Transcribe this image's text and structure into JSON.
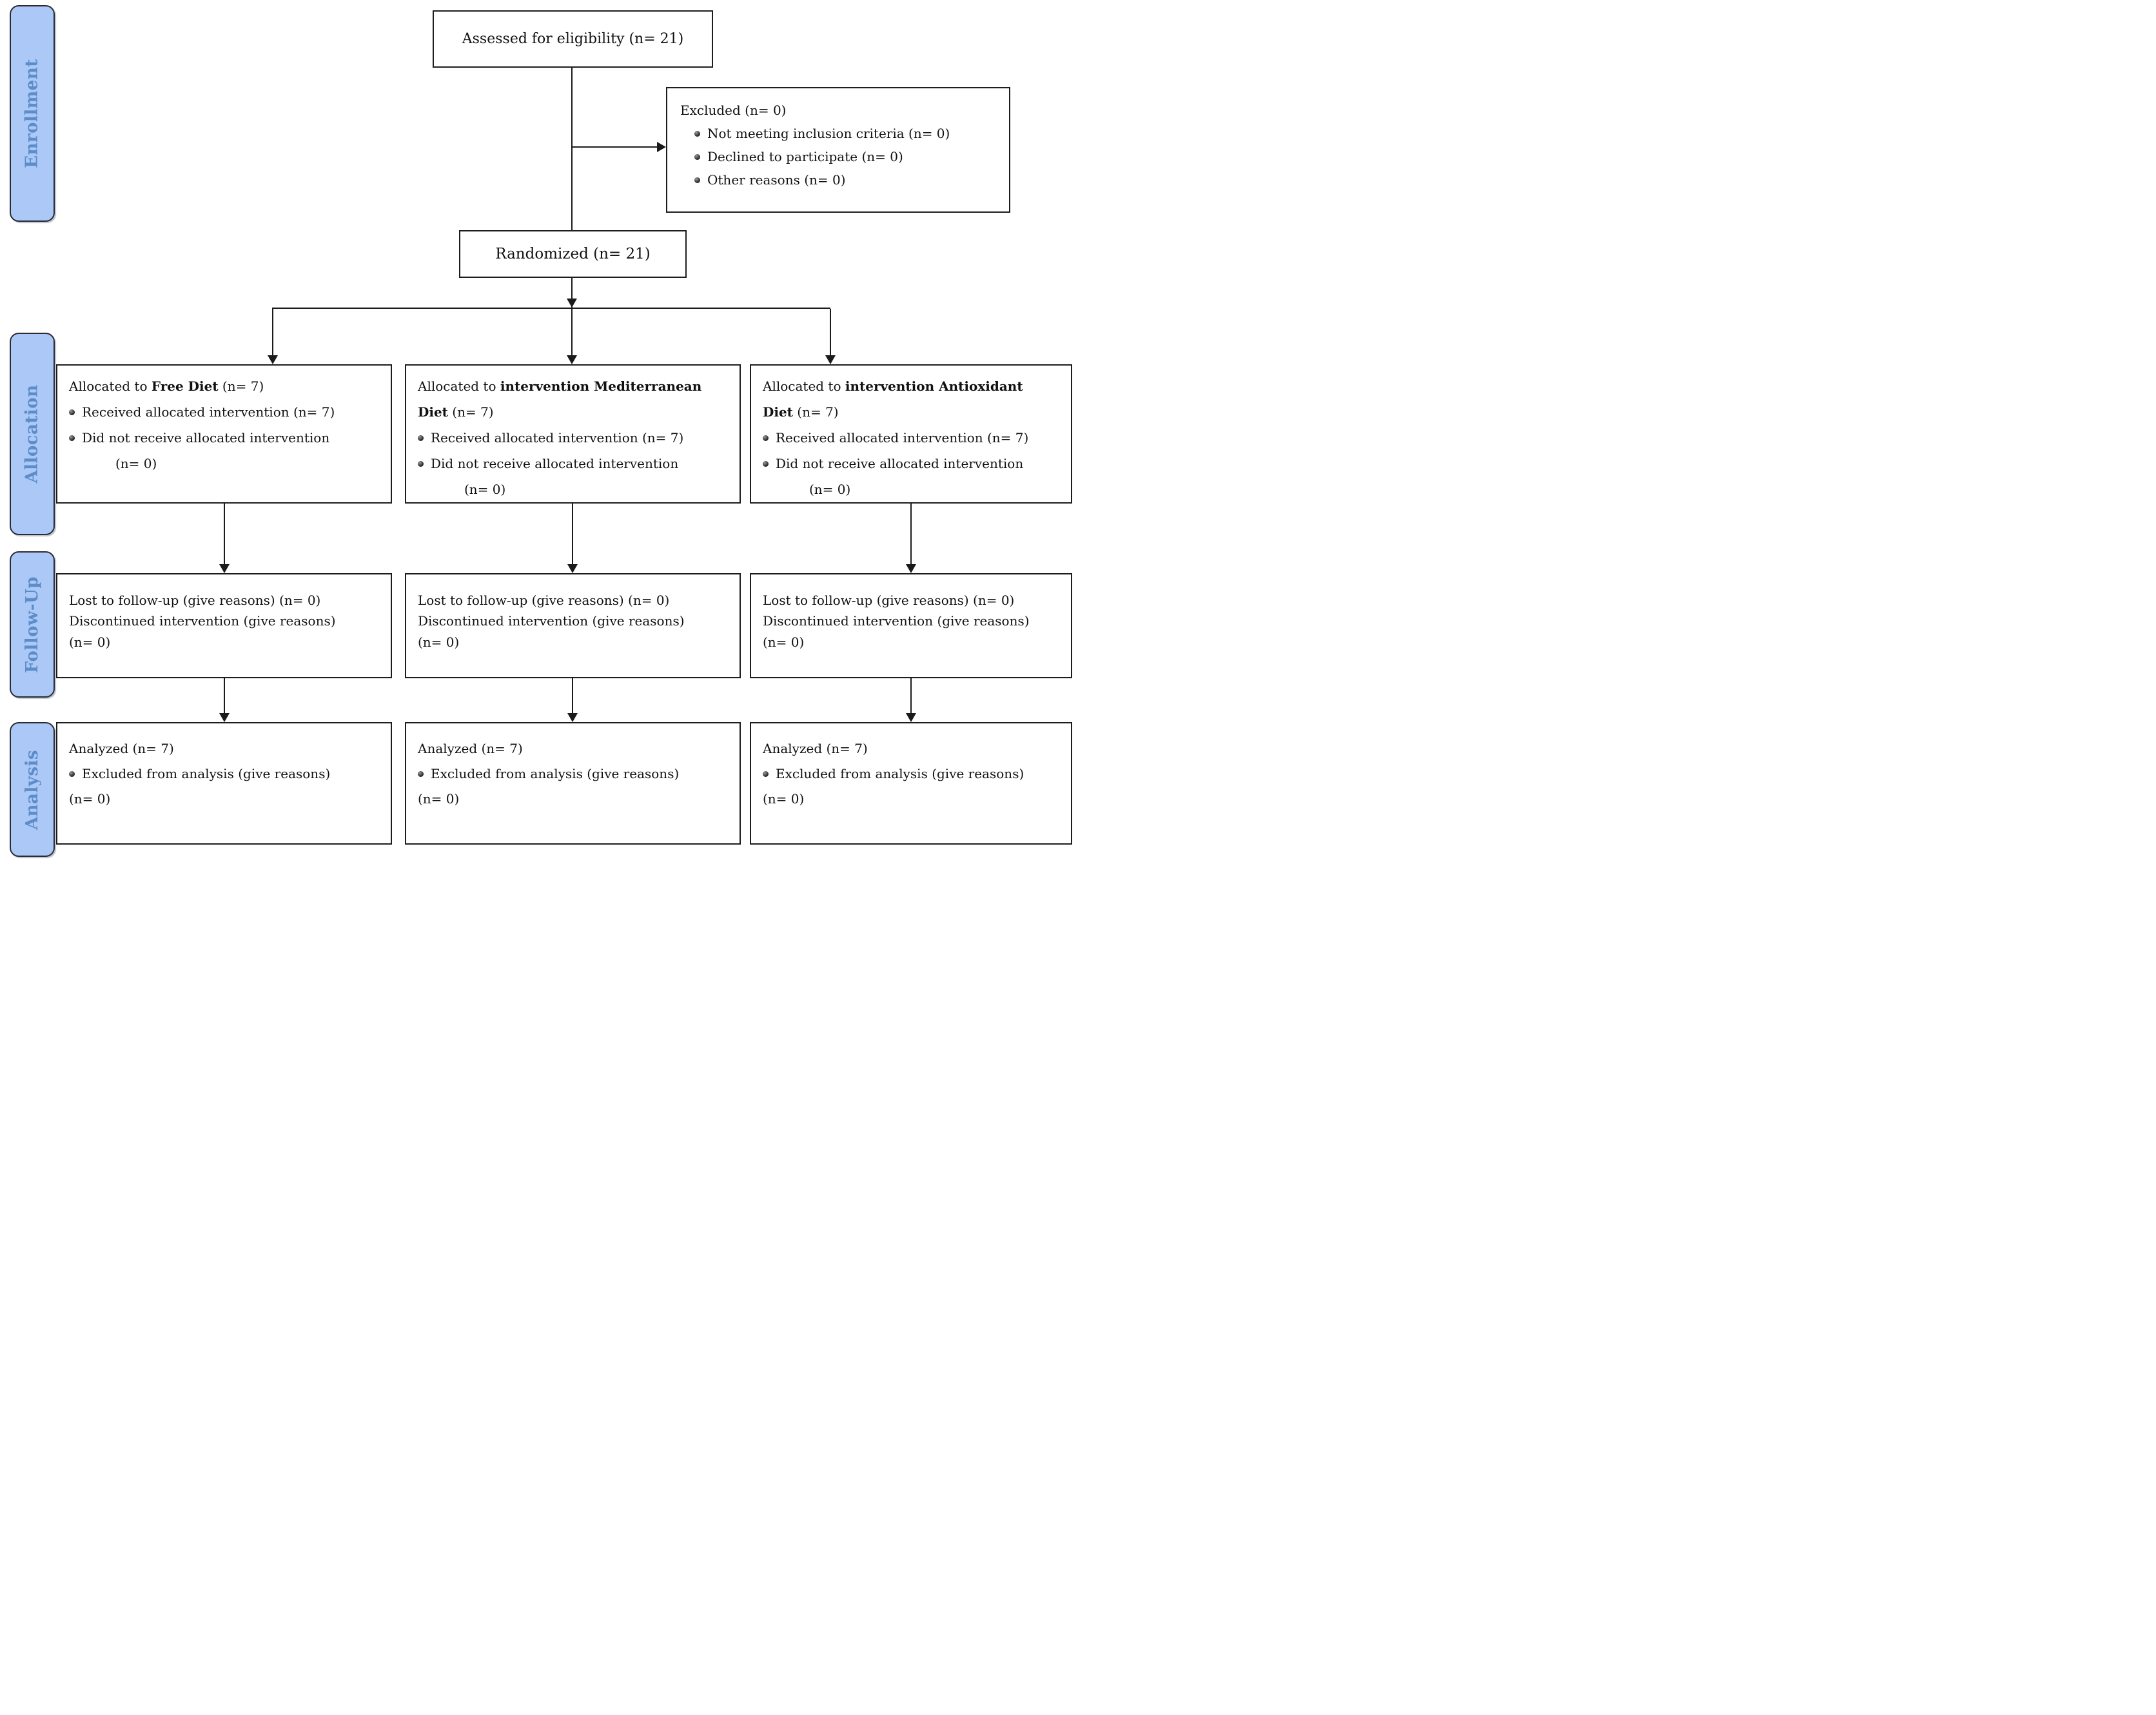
{
  "palette": {
    "label_fill": "#abc8f7",
    "label_text": "#5b8dc8",
    "box_border": "#1c1c1c",
    "line_color": "#1a1a1a",
    "background": "#ffffff"
  },
  "phases": {
    "enrollment": "Enrollment",
    "allocation": "Allocation",
    "followup": "Follow-Up",
    "analysis": "Analysis"
  },
  "boxes": {
    "assessed": {
      "text": "Assessed for eligibility (n= 21)"
    },
    "excluded": {
      "title": "Excluded (n= 0)",
      "items": [
        "Not meeting inclusion criteria (n= 0)",
        "Declined to participate (n= 0)",
        "Other reasons (n= 0)"
      ]
    },
    "randomized": {
      "text": "Randomized (n= 21)"
    },
    "allocation": [
      {
        "l1_pre": "Allocated to ",
        "l1_bold": "Free Diet",
        "l1_suf": " (n= 7)",
        "received": "Received allocated intervention (n= 7)",
        "not_received": "Did not receive allocated intervention",
        "not_received_n": "(n= 0)"
      },
      {
        "l1_pre": "Allocated to ",
        "l1_bold": "intervention Mediterranean",
        "l2_bold": "Diet",
        "l2_suf": " (n= 7)",
        "received": "Received allocated intervention (n= 7)",
        "not_received": "Did not receive allocated intervention",
        "not_received_n": "(n= 0)"
      },
      {
        "l1_pre": "Allocated to ",
        "l1_bold": "intervention Antioxidant",
        "l2_bold": "Diet",
        "l2_suf": " (n= 7)",
        "received": "Received allocated intervention (n= 7)",
        "not_received": "Did not receive allocated intervention",
        "not_received_n": "(n= 0)"
      }
    ],
    "followup": [
      {
        "lost": "Lost to follow-up (give reasons) (n= 0)",
        "discontinued": "Discontinued intervention (give reasons)",
        "discontinued_n": "(n= 0)"
      },
      {
        "lost": "Lost to follow-up (give reasons) (n= 0)",
        "discontinued": "Discontinued intervention (give reasons)",
        "discontinued_n": "(n= 0)"
      },
      {
        "lost": "Lost to follow-up (give reasons) (n= 0)",
        "discontinued": "Discontinued intervention (give reasons)",
        "discontinued_n": "(n= 0)"
      }
    ],
    "analysis": [
      {
        "analyzed": "Analyzed (n= 7)",
        "excluded": "Excluded from analysis (give reasons)",
        "excluded_n": "(n= 0)"
      },
      {
        "analyzed": "Analyzed (n= 7)",
        "excluded": "Excluded from analysis (give reasons)",
        "excluded_n": "(n= 0)"
      },
      {
        "analyzed": "Analyzed (n= 7)",
        "excluded": "Excluded from analysis (give reasons)",
        "excluded_n": "(n= 0)"
      }
    ]
  }
}
